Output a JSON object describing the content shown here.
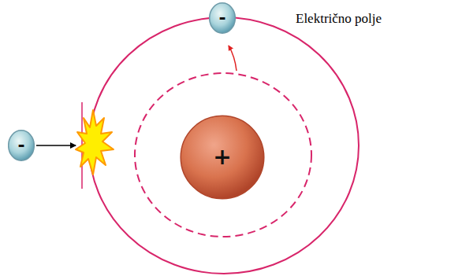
{
  "diagram": {
    "nodes": [
      {
        "text": [
          "-"
        ]
      },
      {
        "text": [
          "-"
        ]
      },
      {
        "text": [
          "+"
        ]
      }
    ],
    "labels": [
      "Električno polje"
    ]
  }
}
